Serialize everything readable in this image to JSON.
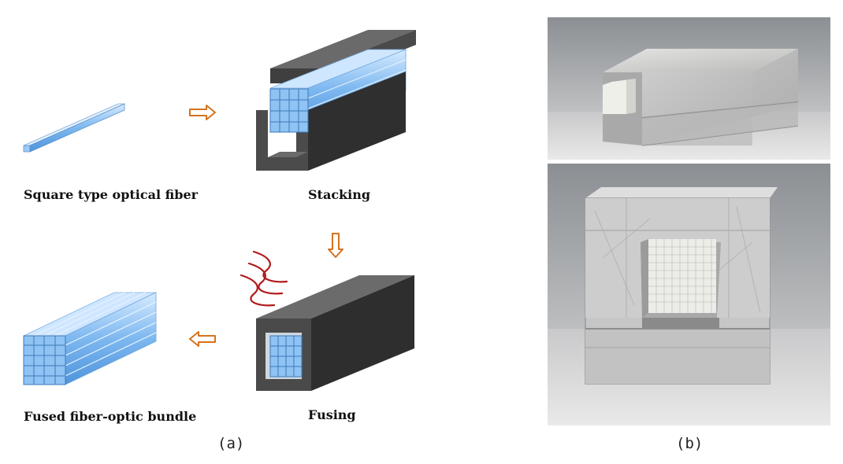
{
  "panel_a": {
    "labels": {
      "square_fiber": "Square type optical fiber",
      "stacking": "Stacking",
      "fusing": "Fusing",
      "fused_bundle": "Fused fiber-optic bundle"
    },
    "caption": "(a)"
  },
  "panel_b": {
    "caption": "(b)"
  },
  "colors": {
    "arrow": "#d4731e",
    "heat_wave": "#b01a1a",
    "fiber": "#6fb0ee",
    "fiber_light": "#cfe6ff",
    "mold_dark": "#4c4c4c",
    "mold_side": "#2e2e2e",
    "aluminum": "#c9c9c9"
  },
  "icons": {
    "process_arrow": "hollow-arrow-icon",
    "heat": "heat-wave-icon"
  }
}
